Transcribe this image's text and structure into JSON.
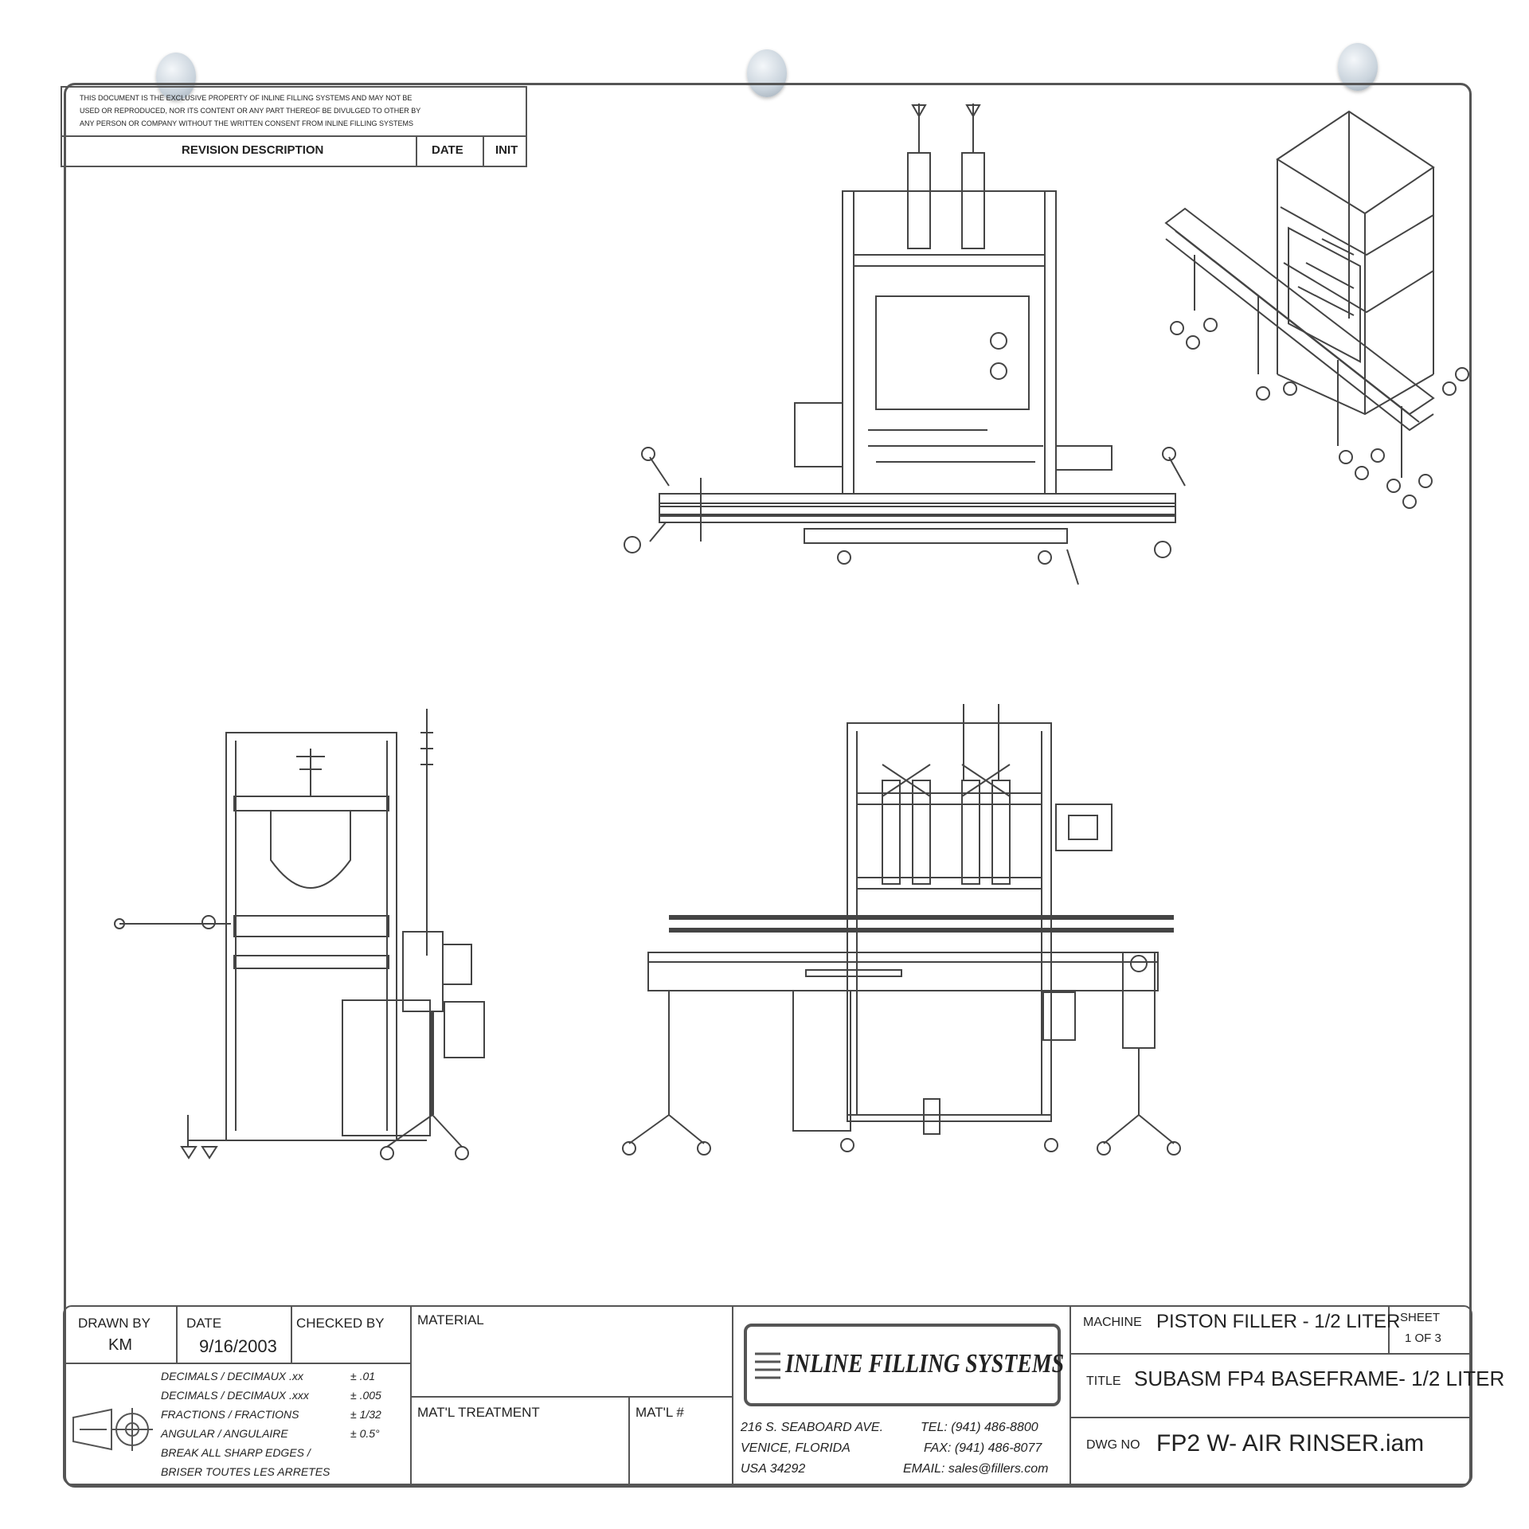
{
  "revision_block": {
    "notice": [
      "THIS DOCUMENT IS THE EXCLUSIVE PROPERTY OF INLINE FILLING SYSTEMS AND MAY NOT BE",
      "USED OR REPRODUCED, NOR ITS CONTENT OR ANY PART THEREOF BE DIVULGED TO OTHER BY",
      "ANY PERSON OR COMPANY WITHOUT THE WRITTEN CONSENT FROM INLINE FILLING SYSTEMS"
    ],
    "col_description": "REVISION DESCRIPTION",
    "col_date": "DATE",
    "col_init": "INIT"
  },
  "title_block": {
    "drawn_by_label": "DRAWN BY",
    "drawn_by": "KM",
    "date_label": "DATE",
    "date": "9/16/2003",
    "checked_by_label": "CHECKED BY",
    "material_label": "MATERIAL",
    "matl_treatment_label": "MAT'L TREATMENT",
    "matl_no_label": "MAT'L #",
    "tolerances": [
      {
        "label": "DECIMALS / DECIMAUX  .xx",
        "value": "± .01"
      },
      {
        "label": "DECIMALS / DECIMAUX  .xxx",
        "value": "± .005"
      },
      {
        "label": "FRACTIONS / FRACTIONS",
        "value": "± 1/32"
      },
      {
        "label": "ANGULAR / ANGULAIRE",
        "value": "± 0.5°"
      }
    ],
    "edge_note": [
      "BREAK ALL SHARP EDGES /",
      "BRISER TOUTES LES ARRETES"
    ],
    "company": "INLINE FILLING SYSTEMS",
    "address": [
      "216 S. SEABOARD AVE.",
      "VENICE, FLORIDA",
      "USA   34292"
    ],
    "contact": [
      "TEL: (941) 486-8800",
      "FAX: (941) 486-8077",
      "EMAIL: sales@fillers.com"
    ],
    "machine_label": "MACHINE",
    "machine": "PISTON FILLER - 1/2 LITER",
    "sheet_label": "SHEET",
    "sheet": "1   OF 3",
    "title_label": "TITLE",
    "title": "SUBASM FP4 BASEFRAME- 1/2 LITER",
    "dwg_label": "DWG NO",
    "dwg_no": "FP2  W- AIR RINSER.iam"
  },
  "views": [
    "top-view",
    "isometric-view",
    "side-view",
    "front-view"
  ]
}
